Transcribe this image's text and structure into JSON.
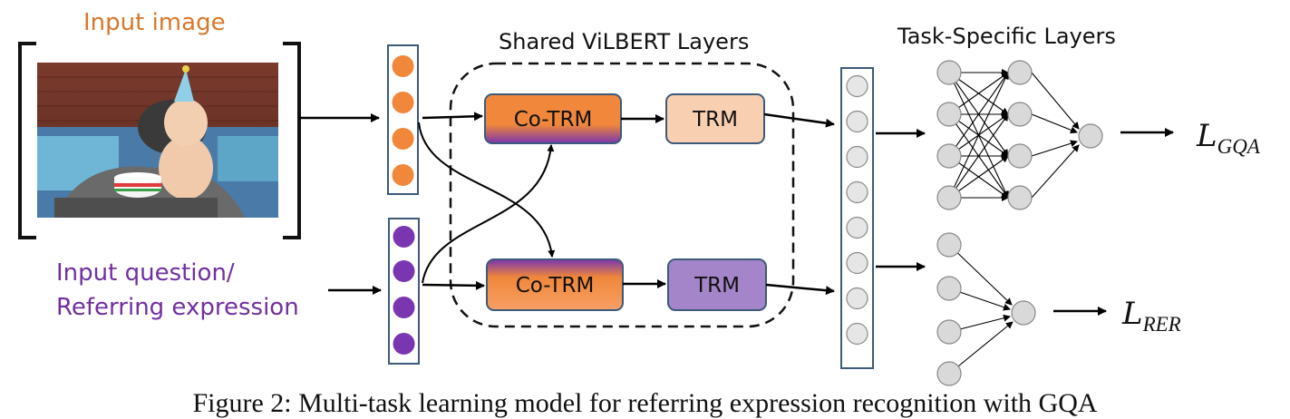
{
  "labels": {
    "input_image": "Input image",
    "input_question_line1": "Input question/",
    "input_question_line2": "Referring expression",
    "shared_layers": "Shared ViLBERT Layers",
    "task_layers": "Task-Specific Layers",
    "co_trm_top": "Co-TRM",
    "trm_top": "TRM",
    "co_trm_bottom": "Co-TRM",
    "trm_bottom": "TRM",
    "loss_gqa_symbol": "L",
    "loss_gqa_sub": "GQA",
    "loss_rer_symbol": "L",
    "loss_rer_sub": "RER"
  },
  "caption": "Figure 2: Multi-task learning model for referring expression recognition with GQA",
  "colors": {
    "image_label": "#d9772b",
    "question_label": "#7030a0",
    "image_token": "#f0873a",
    "question_token": "#7a35b0",
    "co_trm_orange": "#f0873a",
    "co_trm_purple": "#7a35b0",
    "trm_top_fill": "#f9cfb2",
    "trm_bottom_fill": "#a585c9",
    "box_border": "#3c5a7a",
    "node_fill": "#d9d9d9"
  }
}
